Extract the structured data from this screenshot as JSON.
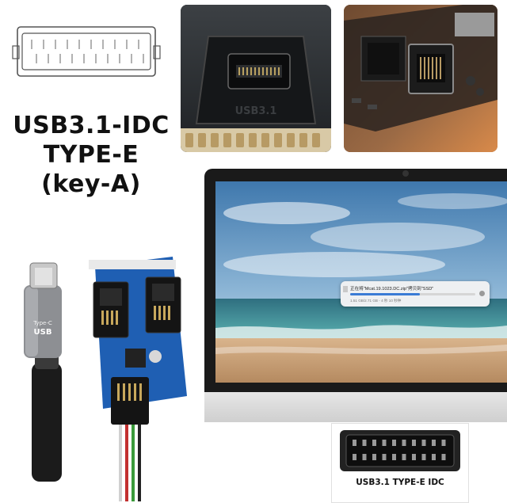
{
  "headline": {
    "line1": "USB3.1-IDC",
    "line2": "TYPE-E",
    "line3": "(key-A)"
  },
  "photo1": {
    "embossed_text": "USB3.1"
  },
  "screen_dialog": {
    "title": "正在将\"Mcat.19.1023.DC.zip\"拷贝到\"SSD\"",
    "subtitle": "1.51 GB/2.71 GB - 4 秒 10 秒钟",
    "progress": 0.56
  },
  "adapter": {
    "cable_label_line1": "Type-C",
    "cable_label_line2": "USB"
  },
  "closeup": {
    "label": "USB3.1 TYPE-E IDC"
  },
  "colors": {
    "pcb_blue": "#1f5fb3",
    "sky": "#5f9ac8",
    "sea": "#3d8c92",
    "sand": "#c9a27a"
  }
}
